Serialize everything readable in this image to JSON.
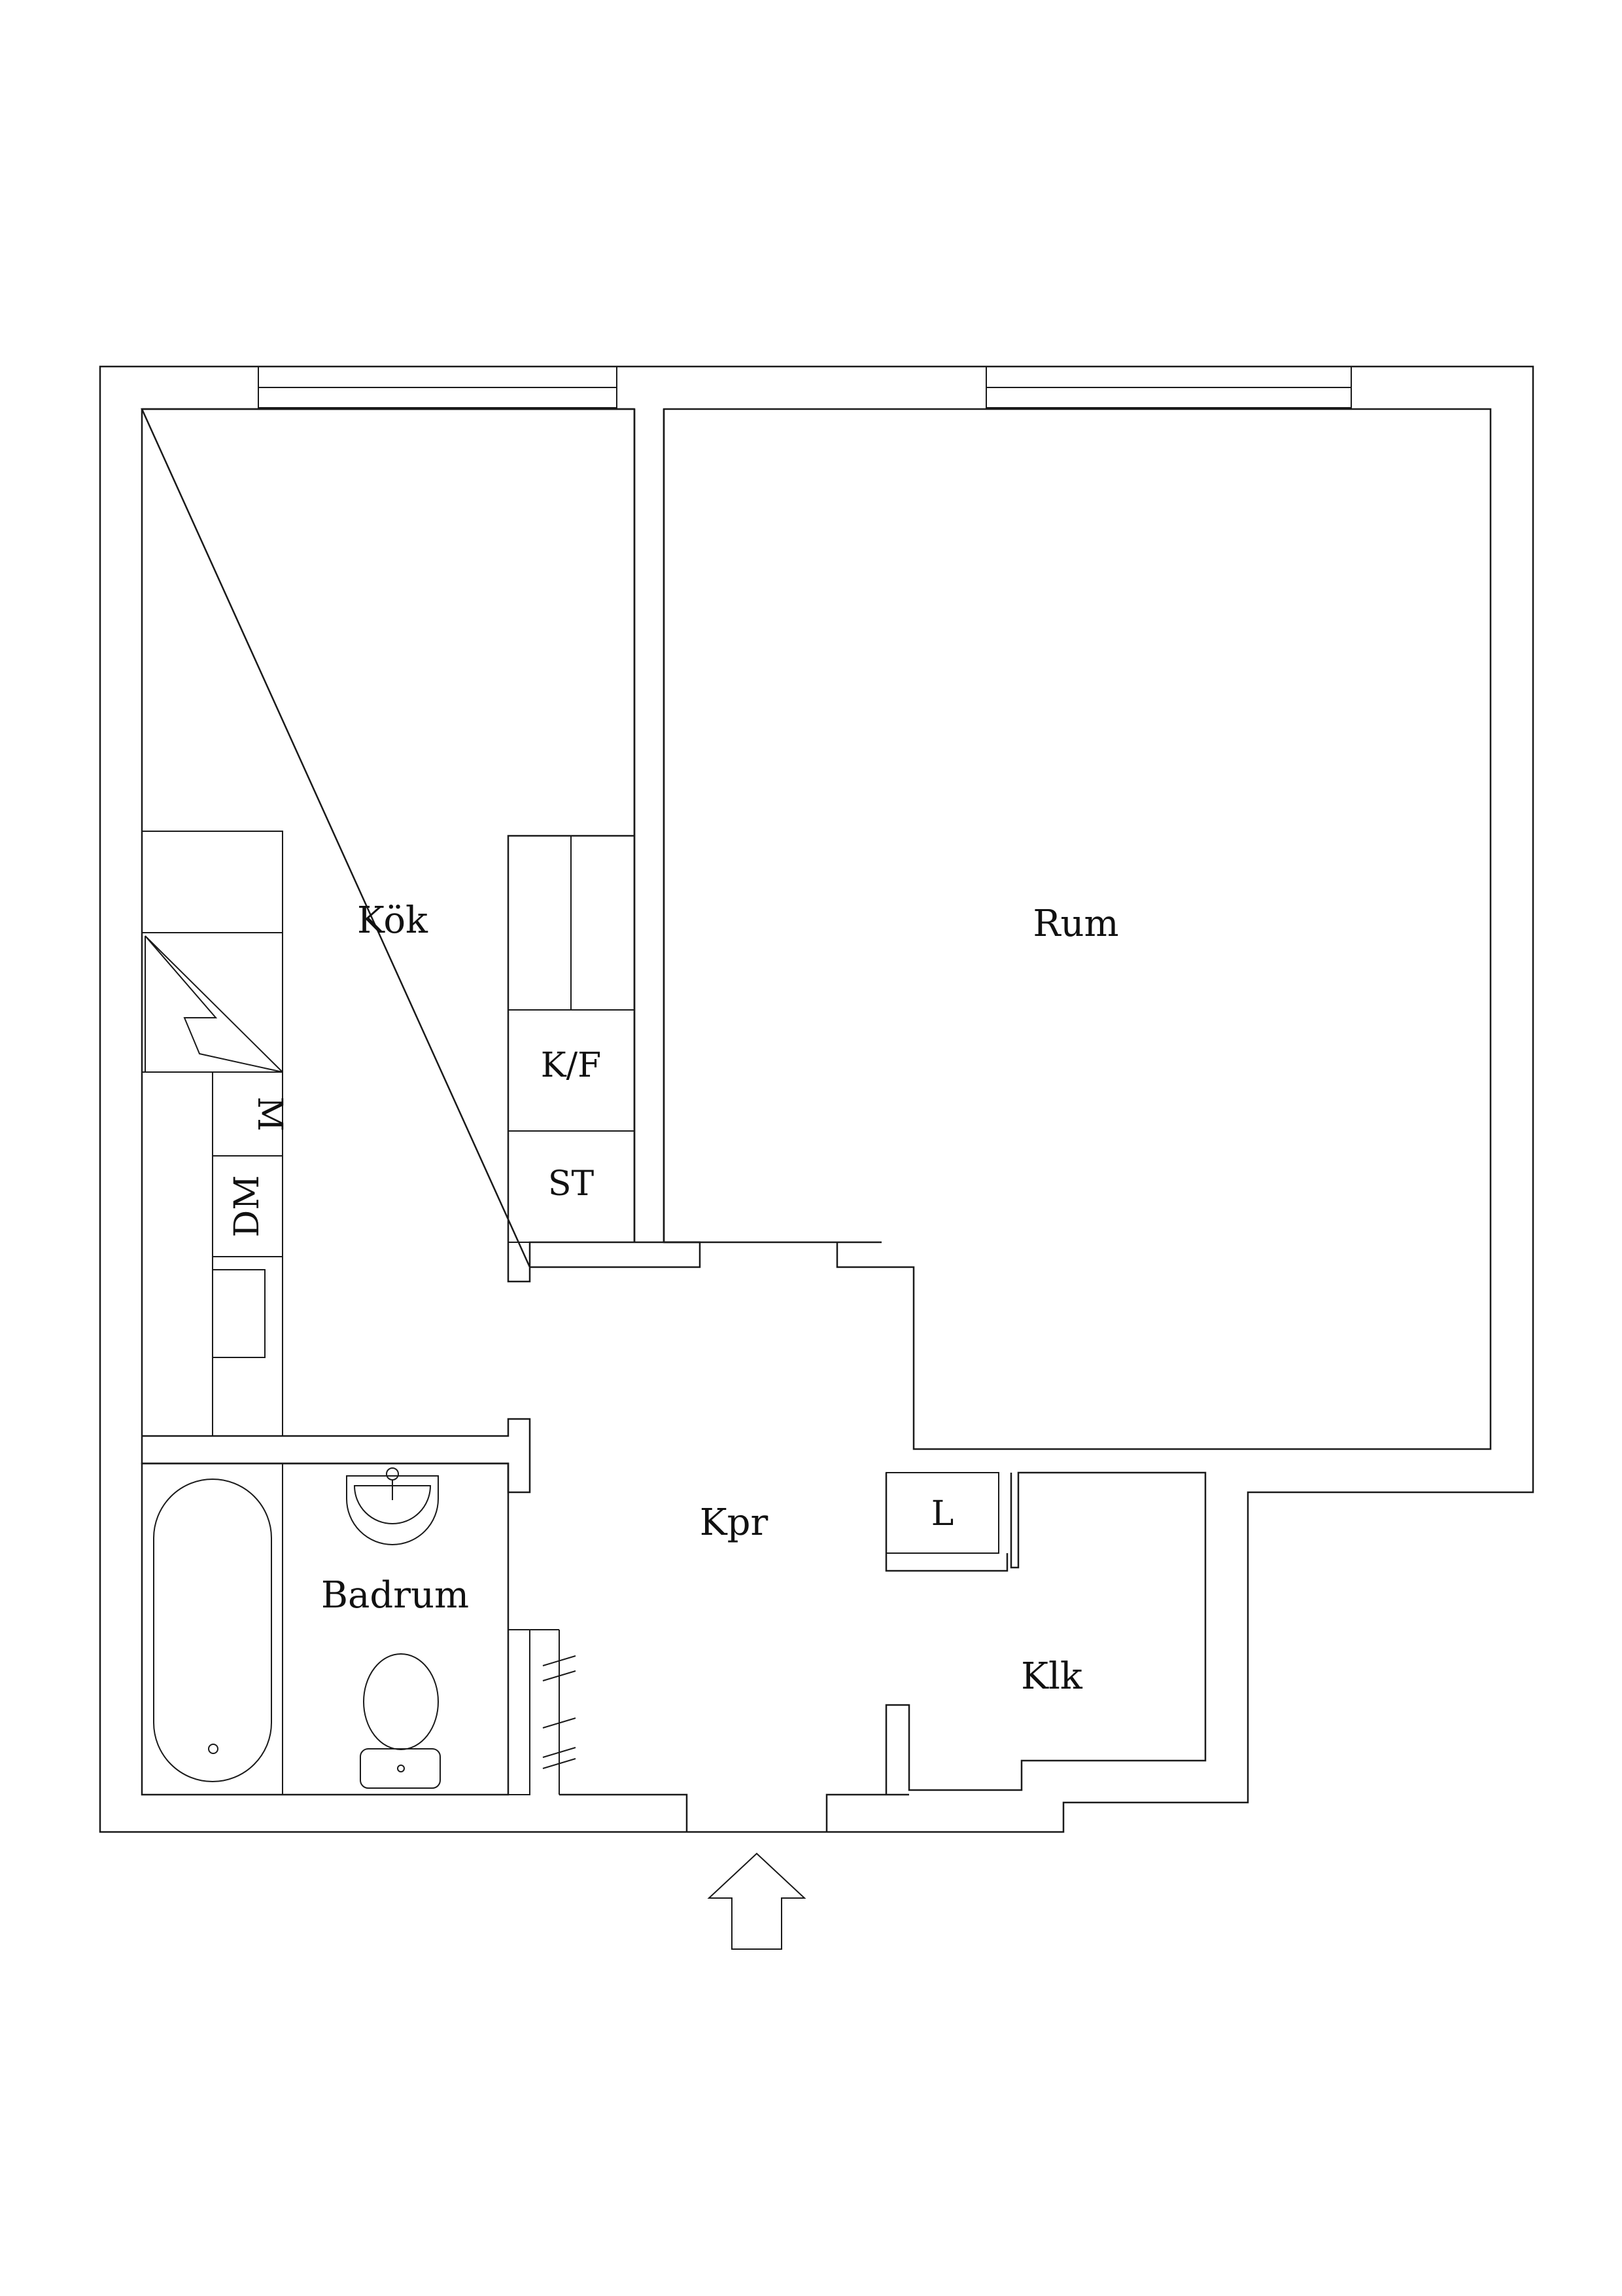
{
  "rooms": {
    "kitchen": "Kök",
    "living_room": "Rum",
    "hall": "Kpr",
    "bathroom": "Badrum",
    "closet": "Klk"
  },
  "appliances": {
    "fridge_freezer": "K/F",
    "wardrobe": "ST",
    "microwave": "M",
    "dishwasher": "DM",
    "linen_closet": "L"
  },
  "icons": {
    "entrance": "entrance-arrow-icon",
    "stove": "stove-icon",
    "bathtub": "bathtub-icon",
    "sink": "sink-icon",
    "toilet": "toilet-icon",
    "window": "window-icon"
  }
}
